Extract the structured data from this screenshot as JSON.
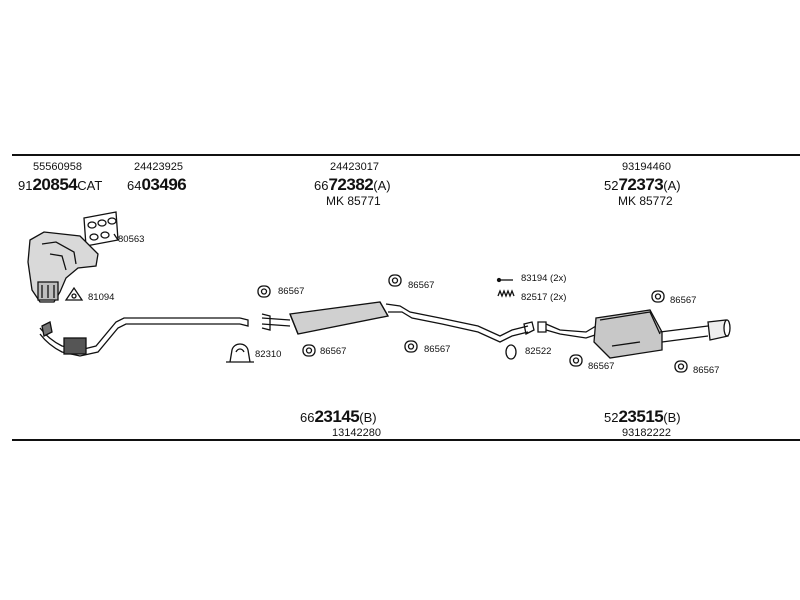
{
  "header": {
    "ref1_top": "55560958",
    "ref1_prefix": "91",
    "ref1_bold": "20854",
    "ref1_suffix": "CAT",
    "ref2_top": "24423925",
    "ref2_prefix": "64",
    "ref2_bold": "03496",
    "ref3_top": "24423017",
    "ref3_prefix": "66",
    "ref3_bold": "72382",
    "ref3_suffix": "(A)",
    "ref3_mk": "MK  85771",
    "ref4_top": "93194460",
    "ref4_prefix": "52",
    "ref4_bold": "72373",
    "ref4_suffix": "(A)",
    "ref4_mk": "MK  85772"
  },
  "parts": {
    "gasket": "80563",
    "triangle_gasket": "81094",
    "hanger_a": "86567",
    "hanger_b": "86567",
    "hanger_c": "86567",
    "hanger_d": "86567",
    "hanger_e": "86567",
    "hanger_f": "86567",
    "hanger_g": "86567",
    "clamp": "82310",
    "bolt_spring": "83194 (2x)",
    "spring": "82517 (2x)",
    "ring": "82522"
  },
  "footer": {
    "left_prefix": "66",
    "left_bold": "23145",
    "left_suffix": "(B)",
    "left_sub": "13142280",
    "right_prefix": "52",
    "right_bold": "23515",
    "right_suffix": "(B)",
    "right_sub": "93182222"
  }
}
